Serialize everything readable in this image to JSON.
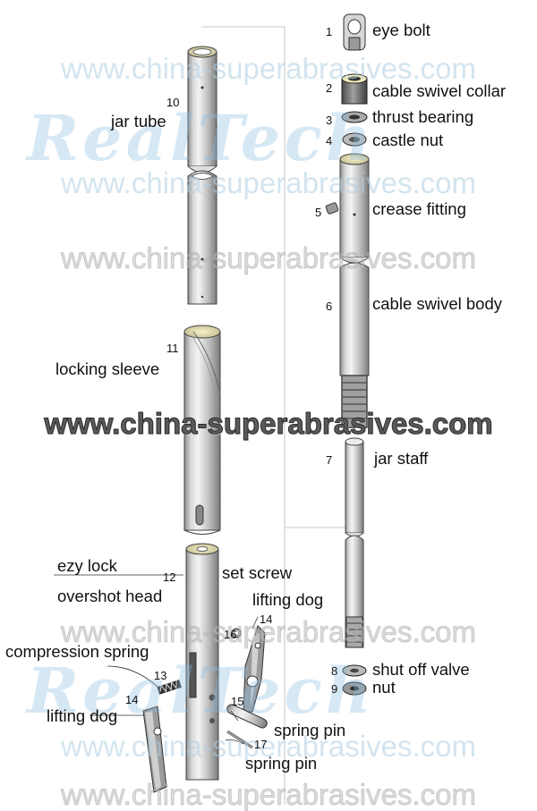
{
  "watermark": {
    "site": "www.china-superabrasives.com",
    "logo": "RealTech"
  },
  "parts": [
    {
      "num": "1",
      "label": "eye bolt"
    },
    {
      "num": "2",
      "label": "cable swivel collar"
    },
    {
      "num": "3",
      "label": "thrust bearing"
    },
    {
      "num": "4",
      "label": "castle nut"
    },
    {
      "num": "5",
      "label": "crease fitting"
    },
    {
      "num": "6",
      "label": "cable swivel body"
    },
    {
      "num": "7",
      "label": "jar staff"
    },
    {
      "num": "8",
      "label": "shut off valve"
    },
    {
      "num": "9",
      "label": "nut"
    },
    {
      "num": "10",
      "label": "jar tube"
    },
    {
      "num": "11",
      "label": "locking sleeve"
    },
    {
      "num": "12",
      "label": "overshot head"
    },
    {
      "num": "13",
      "label": "compression spring"
    },
    {
      "num": "14",
      "label": "lifting dog"
    },
    {
      "num": "15",
      "label": "spring pin"
    },
    {
      "num": "16",
      "label": "set screw"
    },
    {
      "num": "17",
      "label": "spring pin"
    }
  ],
  "extra_labels": {
    "ezy_lock": "ezy lock",
    "lifting_dog_right": "lifting dog",
    "num_14_right": "14"
  }
}
